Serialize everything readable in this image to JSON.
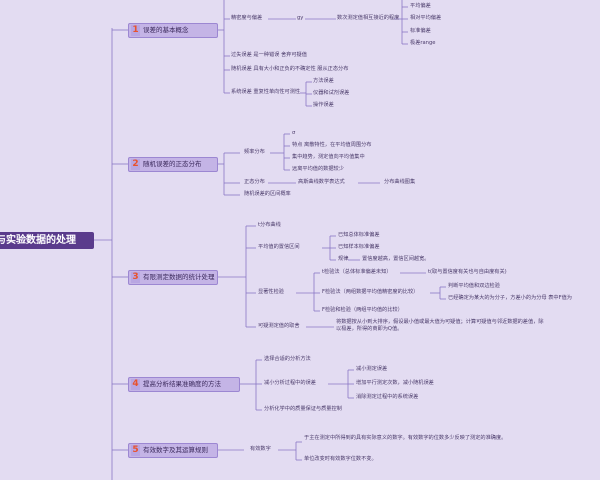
{
  "root": "与实验数据的处理",
  "cats": [
    {
      "num": "1",
      "label": "误差的基本概念"
    },
    {
      "num": "2",
      "label": "随机误差的正态分布"
    },
    {
      "num": "3",
      "label": "有限测定数据的统计处理"
    },
    {
      "num": "4",
      "label": "提高分析结果准确度的方法"
    },
    {
      "num": "5",
      "label": "有效数字及其运算规则"
    }
  ],
  "labels": {
    "accuracy": "精密度与偏差",
    "gy": "gy",
    "gy_desc": "数次测定值相互接近的程度",
    "mean_dev": "平均偏差",
    "rel_mean_dev": "相对平均偏差",
    "std_dev": "标准偏差",
    "range": "极差range",
    "gross_err": "过失误差 是一种错误 舍弃可疑值",
    "random_err": "随机误差 具有大小和正负的不确定性 服从正态分布",
    "sys_err": "系统误差 重复性单向性可测性",
    "method_err": "方法误差",
    "instr_err": "仪器和试剂误差",
    "oper_err": "操作误差",
    "freq_dist": "频率分布",
    "sigma": "σ",
    "feature": "特点 离散特性，在平均值周围分布",
    "central": "集中趋势，测定值向平均值集中",
    "far_small": "远离平均值的数据较少",
    "normal": "正态分布",
    "gauss": "高斯曲线数学表达式",
    "dist_graph": "分布曲线图集",
    "random_prob": "随机误差的区间概率",
    "t_curve": "t分布曲线",
    "mean_ci": "平均值的置信区间",
    "known_sigma": "已知总体标准偏差",
    "unknown_sigma": "已知样本标准偏差",
    "rule": "规律",
    "conf_rule": "置信度越高，置信区间越宽。",
    "sig_test": "显著性检验",
    "t_test": "t检验法（总体标准偏差未知）",
    "t_test_note": "t(取与置信度有关也与自由度有关)",
    "f_test": "F检验法（两组数据平均值精密度的比较）",
    "judge": "判断平均值和双边检验",
    "judge2": "已经确定为某大的为分子，方差小的为分母 表中F值为",
    "f_mean": "F检验和检验（两组平均值的比较）",
    "grubbs": "可疑测定值的取舍",
    "grubbs_desc": "将数据按从小到大排序，假设最小值或最大值为可疑值；计算可疑值与邻近数据的差值，除以极差，所得的商即为Q值。",
    "select_method": "选择合适的分析方法",
    "reduce_err": "减小分析过程中的误差",
    "reduce_meas": "减小测定误差",
    "increase_n": "增加平行测定次数，减小随机误差",
    "eliminate_sys": "消除测定过程中的系统误差",
    "qc": "分析化学中的质量保证与质量控制",
    "sig_fig": "有效数字",
    "sig_fig_desc": "于主在测定中所得到的具有实际意义的数字。有效数字的位数多少反映了测定的准确度。",
    "unit_change": "单位改变时有效数字位数不变。"
  }
}
